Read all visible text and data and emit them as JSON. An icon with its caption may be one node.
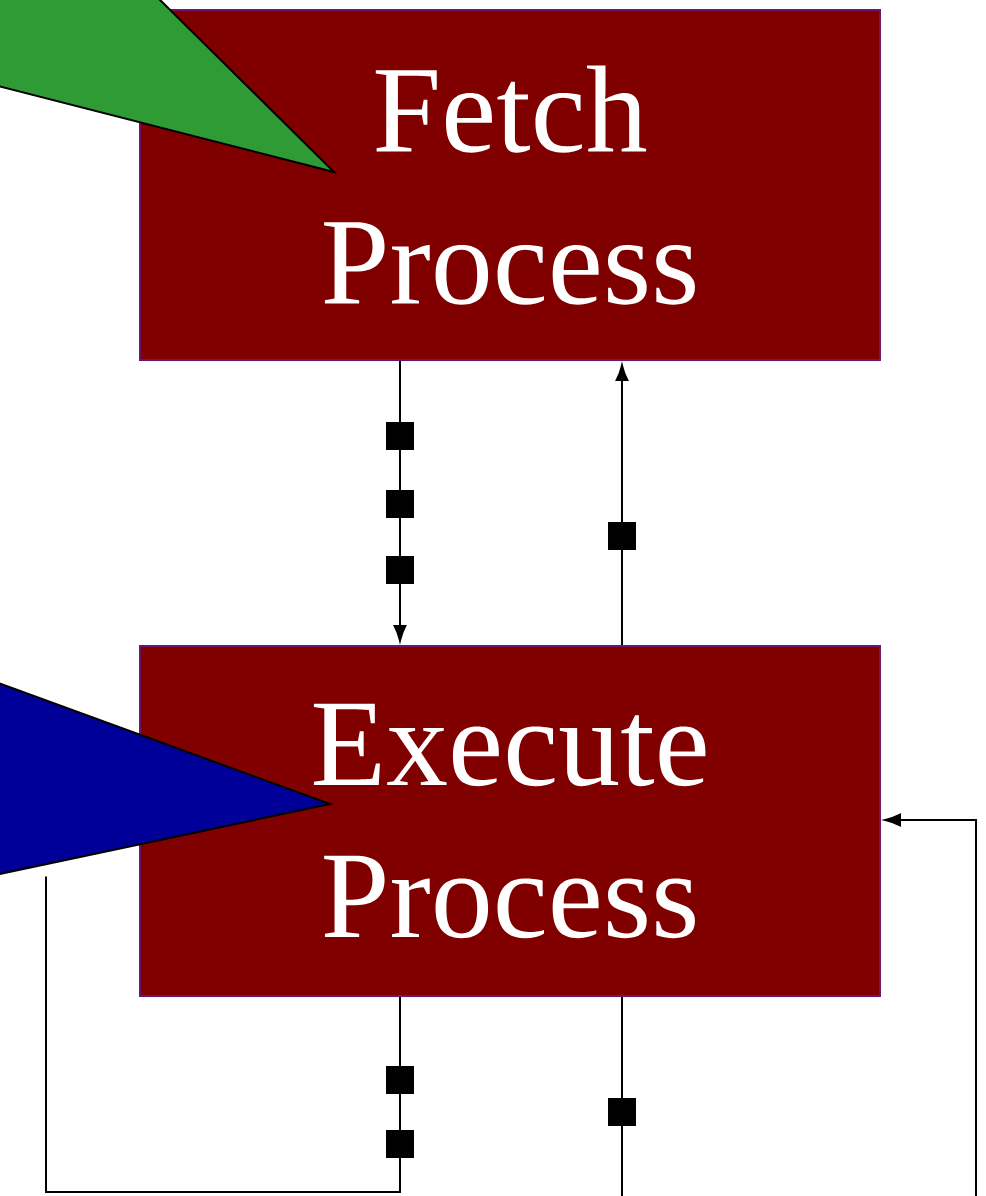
{
  "diagram": {
    "nodes": [
      {
        "text": [],
        "shape": "triangle"
      },
      {
        "text": [
          "Fetch Process"
        ]
      },
      {
        "text": [],
        "shape": "triangle"
      },
      {
        "text": [
          "Execute Process"
        ]
      }
    ],
    "edges": [
      {
        "from": 1,
        "to": 3,
        "arrow": "to"
      },
      {
        "from": 3,
        "to": 1,
        "arrow": "to"
      },
      {
        "from": 3,
        "to": 2,
        "arrow": "none"
      },
      {
        "from": 3,
        "to": null,
        "arrow": "none"
      },
      {
        "from": null,
        "to": 3,
        "arrow": "to"
      }
    ]
  }
}
